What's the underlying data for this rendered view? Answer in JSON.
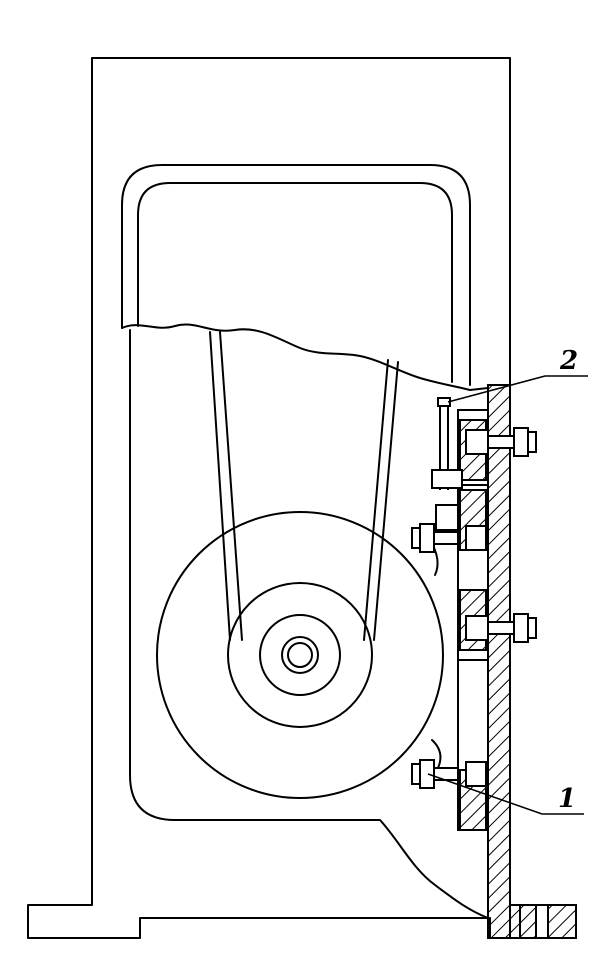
{
  "callouts": [
    {
      "id": "2",
      "text": "2"
    },
    {
      "id": "1",
      "text": "1"
    }
  ],
  "colors": {
    "line": "#000000",
    "background": "#ffffff"
  }
}
